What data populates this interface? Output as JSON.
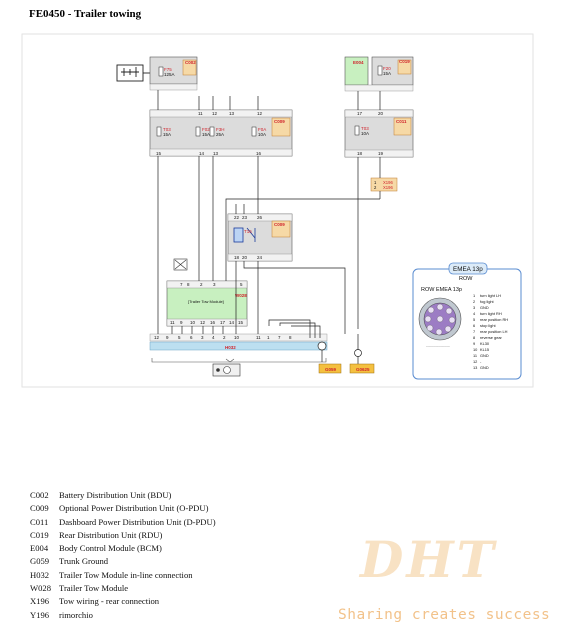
{
  "title": "FE0450 - Trailer towing",
  "components": {
    "c002": "C002",
    "c009": "C009",
    "c011": "C011",
    "e004": "E004",
    "c019": "C019",
    "w028": "W028",
    "w028_desc": "[Trailer Tow Module]",
    "t16": "T16",
    "h032": "H032",
    "x196": "X196",
    "y196": "Y196",
    "g059": "G059",
    "g0625": "G0625"
  },
  "fuses": {
    "f75": "F75",
    "f75_rating": "125A",
    "t03": "T03",
    "t03_rating": "15A",
    "f02": "F02",
    "f02_rating": "15A",
    "f3h": "F3H",
    "f3h_rating": "25A",
    "f0a": "F0A",
    "f0a_rating": "10A",
    "t03b": "T03",
    "t03b_rating": "10A",
    "f20": "F20",
    "f20_rating": "15A"
  },
  "connector_pins": {
    "c009_bottom": [
      "15",
      "14",
      "13",
      "16"
    ],
    "c009_top": [
      "11",
      "12",
      "13",
      "12"
    ],
    "c011_top": [
      "17",
      "20"
    ],
    "c011_bottom": [
      "18",
      "19"
    ],
    "c016_top": [
      "22",
      "23",
      "26"
    ],
    "c016_bottom": [
      "18",
      "20",
      "24"
    ],
    "w028_top": [
      "7",
      "8",
      "2",
      "3",
      "5"
    ],
    "w028_bottom": [
      "11",
      "9",
      "10",
      "12",
      "16",
      "17",
      "14",
      "15"
    ],
    "h032": [
      "12",
      "9",
      "5",
      "6",
      "3",
      "4",
      "2",
      "10",
      "11",
      "1",
      "7",
      "8"
    ],
    "x196": [
      "1",
      "2"
    ]
  },
  "connector_box": {
    "header": "EMEA 13p",
    "sub": "ROW",
    "caption": "ROW EMEA 13p",
    "pins": [
      {
        "n": "1",
        "label": "turn light LH"
      },
      {
        "n": "2",
        "label": "fog light"
      },
      {
        "n": "3",
        "label": "GND"
      },
      {
        "n": "4",
        "label": "turn light RH"
      },
      {
        "n": "5",
        "label": "rear position RH"
      },
      {
        "n": "6",
        "label": "stop light"
      },
      {
        "n": "7",
        "label": "rear position LH"
      },
      {
        "n": "8",
        "label": "reverse gear"
      },
      {
        "n": "9",
        "label": "KL30"
      },
      {
        "n": "10",
        "label": "KL15"
      },
      {
        "n": "11",
        "label": "GND"
      },
      {
        "n": "12",
        "label": "-"
      },
      {
        "n": "13",
        "label": "GND"
      }
    ]
  },
  "legend": [
    {
      "code": "C002",
      "desc": "Battery Distribution Unit (BDU)"
    },
    {
      "code": "C009",
      "desc": "Optional Power Distribution Unit (O-PDU)"
    },
    {
      "code": "C011",
      "desc": "Dashboard Power Distribution Unit (D-PDU)"
    },
    {
      "code": "C019",
      "desc": "Rear Distribution Unit (RDU)"
    },
    {
      "code": "E004",
      "desc": "Body Control Module (BCM)"
    },
    {
      "code": "G059",
      "desc": "Trunk Ground"
    },
    {
      "code": "H032",
      "desc": "Trailer Tow Module in-line connection"
    },
    {
      "code": "W028",
      "desc": "Trailer Tow Module"
    },
    {
      "code": "X196",
      "desc": "Tow wiring - rear connection"
    },
    {
      "code": "Y196",
      "desc": "rimorchio"
    }
  ],
  "watermark": {
    "logo": "DHT",
    "slogan": "Sharing creates success"
  },
  "colors": {
    "module_fill": "#dcdcdc",
    "ecu_fill": "#c8f0c0",
    "connector_fill": "#f6d9a6",
    "ground_fill": "#f4c040",
    "label_red": "#d0242c",
    "box_blue": "#5a8cd0",
    "bar_blue": "#bcdff0"
  }
}
